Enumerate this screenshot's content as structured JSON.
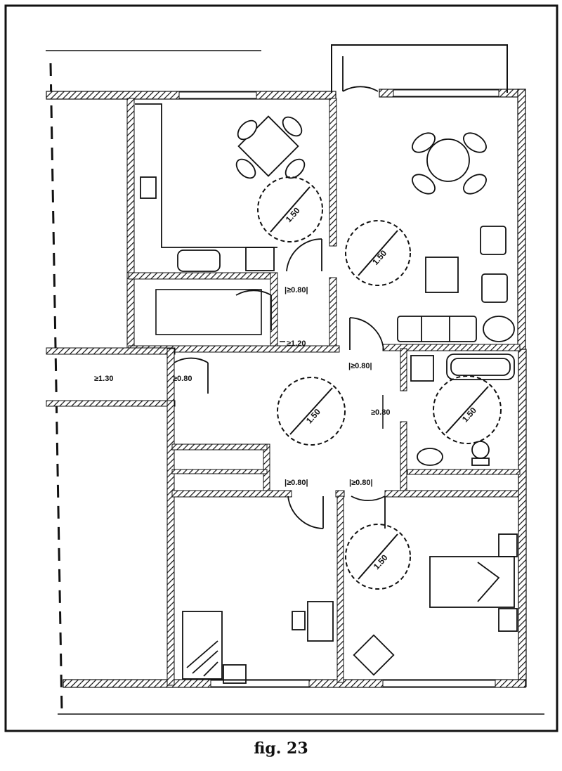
{
  "caption": "fig. 23",
  "turning_circles": [
    {
      "id": "kitchen",
      "label": "1.50"
    },
    {
      "id": "living",
      "label": "1.50"
    },
    {
      "id": "hall",
      "label": "1.50"
    },
    {
      "id": "bathroom",
      "label": "1.50"
    },
    {
      "id": "bedroom",
      "label": "1.50"
    }
  ],
  "dimensions": {
    "kitchen_door": "|≥0.80|",
    "corridor": "≥1.20",
    "living_door": "|≥0.80|",
    "entry_width": "≥1.30",
    "entry_door": "≥0.80",
    "bath_door": "≥0.80",
    "room_door_left": "|≥0.80|",
    "room_door_right": "|≥0.80|"
  }
}
